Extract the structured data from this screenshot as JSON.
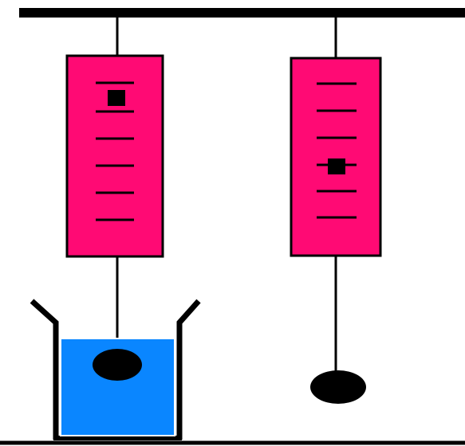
{
  "colors": {
    "background": "#ffffff",
    "stroke": "#000000",
    "scale_body": "#ff0a74",
    "water": "#0a86ff",
    "weight": "#000000"
  },
  "diagram": {
    "left_scale": {
      "tick_count": 6,
      "indicator_tick_index": 0,
      "weight_submerged": true
    },
    "right_scale": {
      "tick_count": 6,
      "indicator_tick_index": 3,
      "weight_submerged": false
    },
    "beaker": {
      "contains": "water"
    }
  }
}
